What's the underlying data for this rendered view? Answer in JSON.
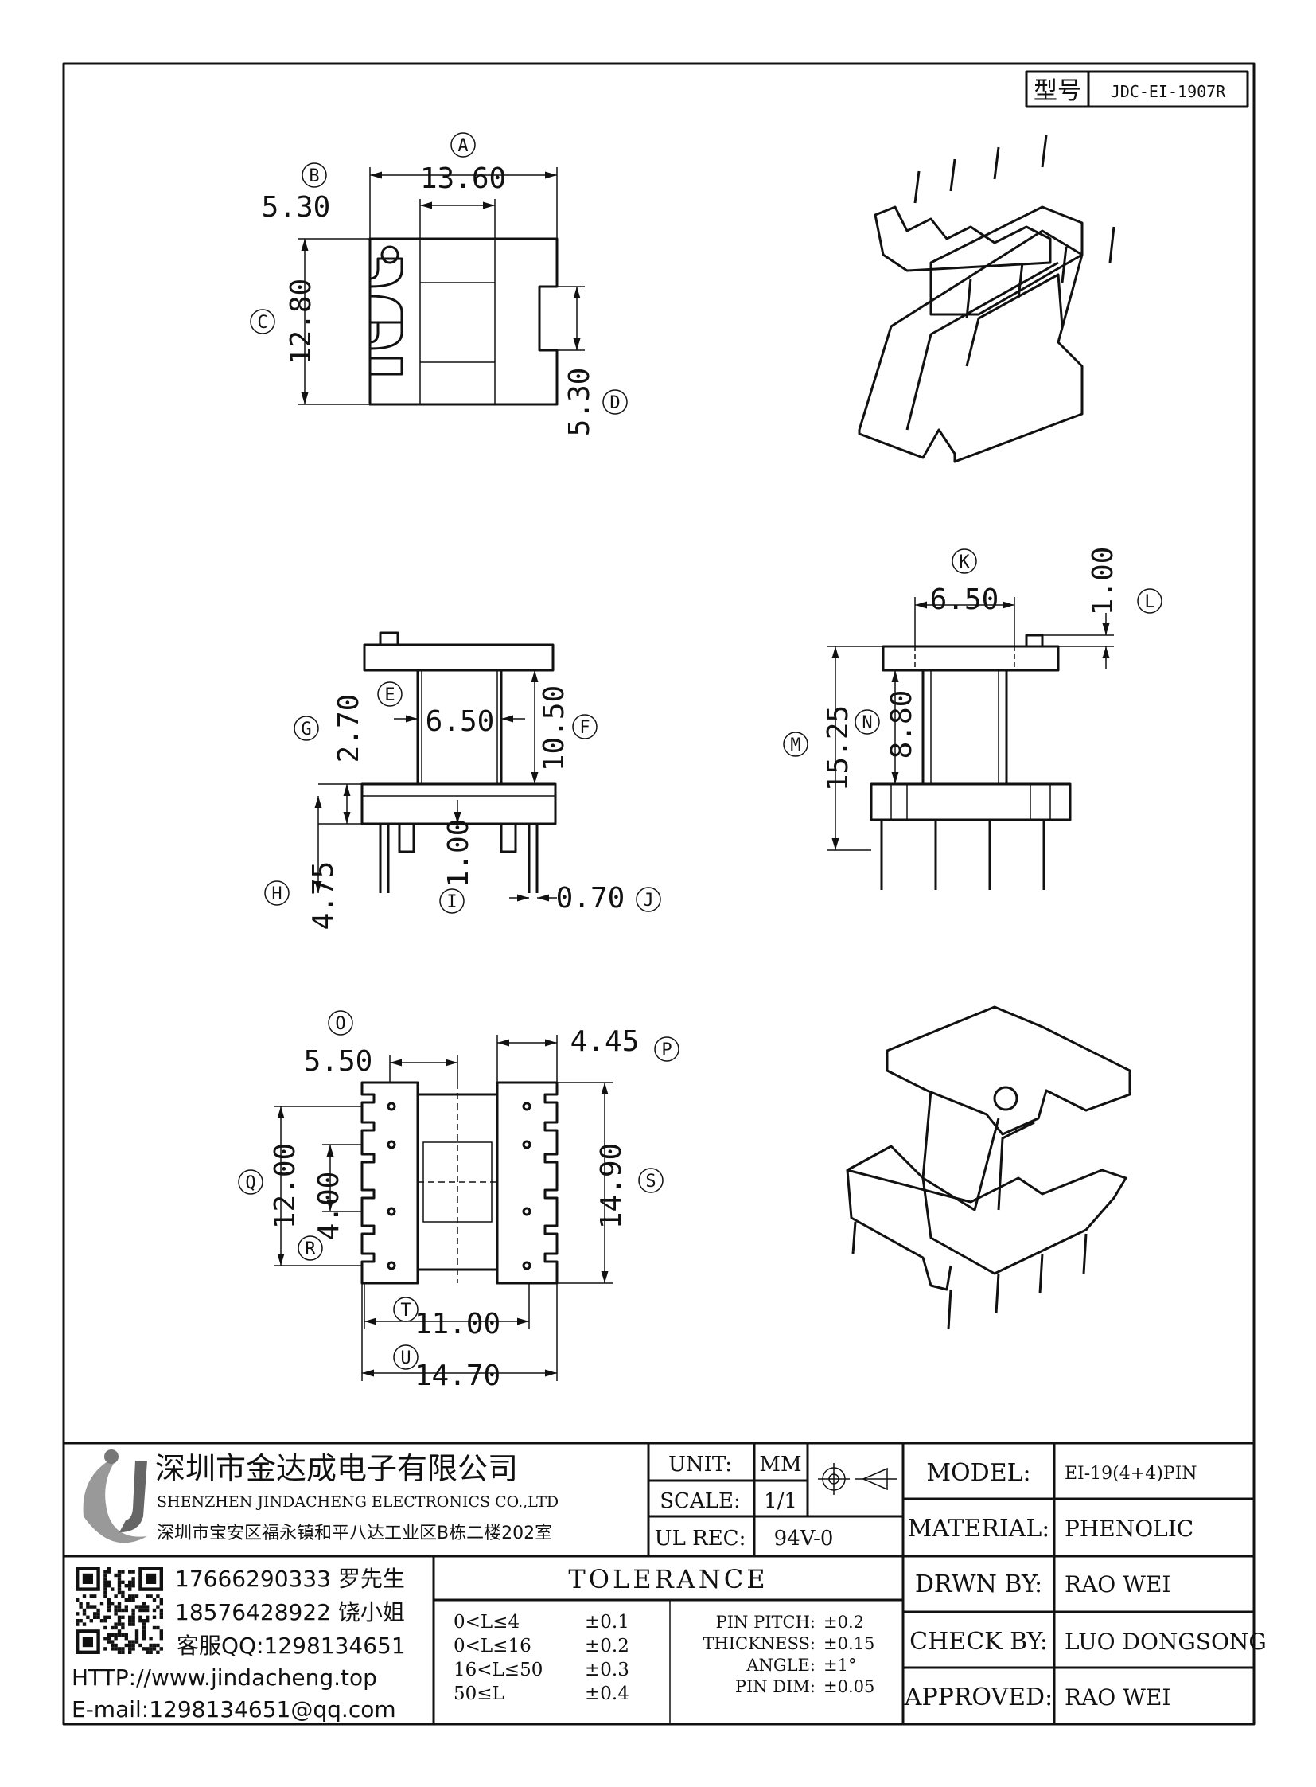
{
  "part_number": {
    "label": "型号",
    "value": "JDC-EI-1907R"
  },
  "dimensions": {
    "A": {
      "marker": "A",
      "value": "13.60"
    },
    "B": {
      "marker": "B",
      "value": "5.30"
    },
    "C": {
      "marker": "C",
      "value": "12.80"
    },
    "D": {
      "marker": "D",
      "value": "5.30"
    },
    "E": {
      "marker": "E",
      "value": "6.50"
    },
    "F": {
      "marker": "F",
      "value": "10.50"
    },
    "G": {
      "marker": "G",
      "value": "2.70"
    },
    "H": {
      "marker": "H",
      "value": "4.75"
    },
    "I": {
      "marker": "I",
      "value": "1.00"
    },
    "J": {
      "marker": "J",
      "value": "0.70"
    },
    "K": {
      "marker": "K",
      "value": "6.50"
    },
    "L": {
      "marker": "L",
      "value": "1.00"
    },
    "M": {
      "marker": "M",
      "value": "15.25"
    },
    "N": {
      "marker": "N",
      "value": "8.80"
    },
    "O": {
      "marker": "O",
      "value": "5.50"
    },
    "P": {
      "marker": "P",
      "value": "4.45"
    },
    "Q": {
      "marker": "Q",
      "value": "12.00"
    },
    "R": {
      "marker": "R",
      "value": "4.00"
    },
    "S": {
      "marker": "S",
      "value": "14.90"
    },
    "T": {
      "marker": "T",
      "value": "11.00"
    },
    "U": {
      "marker": "U",
      "value": "14.70"
    }
  },
  "company": {
    "name_cn": "深圳市金达成电子有限公司",
    "name_en": "SHENZHEN JINDACHENG ELECTRONICS CO.,LTD",
    "address": "深圳市宝安区福永镇和平八达工业区B栋二楼202室"
  },
  "contacts": {
    "phone1": "17666290333 罗先生",
    "phone2": "18576428922 饶小姐",
    "qq": "客服QQ:1298134651",
    "http": "HTTP://www.jindacheng.top",
    "email": "E-mail:1298134651@qq.com"
  },
  "spec": {
    "unit_label": "UNIT:",
    "unit_value": "MM",
    "scale_label": "SCALE:",
    "scale_value": "1/1",
    "ulrec_label": "UL REC:",
    "ulrec_value": "94V-0"
  },
  "tolerance": {
    "title": "TOLERANCE",
    "rows": [
      {
        "range": "0<L≤4",
        "tol": "±0.1"
      },
      {
        "range": "0<L≤16",
        "tol": "±0.2"
      },
      {
        "range": "16<L≤50",
        "tol": "±0.3"
      },
      {
        "range": "50≤L",
        "tol": "±0.4"
      }
    ],
    "extra": [
      {
        "label": "PIN PITCH:",
        "tol": "±0.2"
      },
      {
        "label": "THICKNESS:",
        "tol": "±0.15"
      },
      {
        "label": "ANGLE:",
        "tol": "±1°"
      },
      {
        "label": "PIN DIM:",
        "tol": "±0.05"
      }
    ]
  },
  "title_block": {
    "model_label": "MODEL:",
    "model_value": "EI-19(4+4)PIN",
    "material_label": "MATERIAL:",
    "material_value": "PHENOLIC",
    "drawn_label": "DRWN BY:",
    "drawn_value": "RAO WEI",
    "check_label": "CHECK BY:",
    "check_value": "LUO DONGSONG",
    "approved_label": "APPROVED:",
    "approved_value": "RAO WEI"
  }
}
